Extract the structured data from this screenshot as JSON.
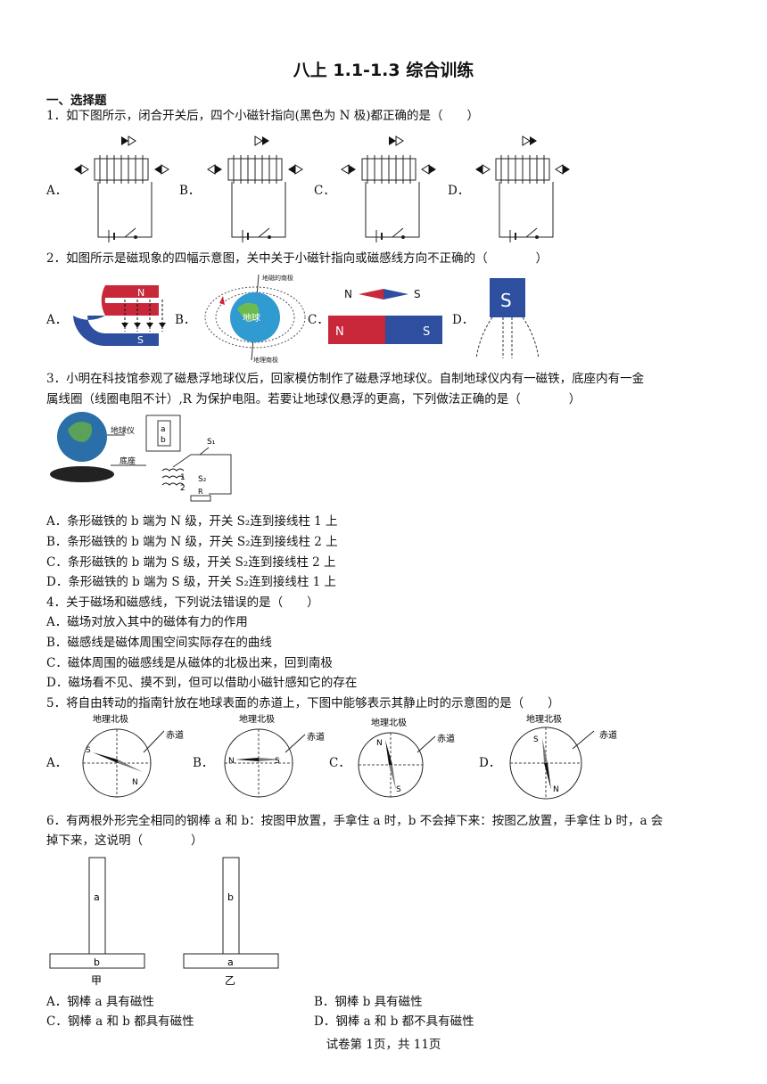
{
  "title": "八上 1.1-1.3 综合训练",
  "section": "一、选择题",
  "q1": {
    "stem": "1．如下图所示，闭合开关后，四个小磁针指向(黑色为 N 极)都正确的是（　　）",
    "labels": [
      "A．",
      "B．",
      "C．",
      "D．"
    ]
  },
  "q2": {
    "stem": "2．如图所示是磁现象的四幅示意图，关中关于小磁针指向或磁感线方向不正确的（　　　　）",
    "labels": [
      "A．",
      "B．",
      "C．",
      "D．"
    ],
    "figA": {
      "n": "N",
      "s": "S"
    },
    "figB": {
      "top": "地磁的南极",
      "earth": "地球",
      "bottom": "地理南极"
    },
    "figC": {
      "needle_n": "N",
      "needle_s": "S",
      "bar_n": "N",
      "bar_s": "S"
    },
    "figD": {
      "s": "S"
    }
  },
  "q3": {
    "stem1": "3．小明在科技馆参观了磁悬浮地球仪后，回家模仿制作了磁悬浮地球仪。自制地球仪内有一磁铁，底座内有一金",
    "stem2": "属线圈（线圈电阻不计）,R 为保护电阻。若要让地球仪悬浮的更高，下列做法正确的是（　　　　）",
    "fig": {
      "globe": "地球仪",
      "a": "a",
      "b": "b",
      "s1": "S₁",
      "base": "底座",
      "one": "1",
      "two": "2",
      "s2": "S₂",
      "r": "R"
    },
    "options": [
      "A．条形磁铁的 b 端为 N 级，开关 S₂连到接线柱 1 上",
      "B．条形磁铁的 b 端为 N 级，开关 S₂连到接线柱 2 上",
      "C．条形磁铁的 b 端为 S 级，开关 S₂连到接线柱 2 上",
      "D．条形磁铁的 b 端为 S 级，开关 S₂连到接线柱 1 上"
    ]
  },
  "q4": {
    "stem": "4．关于磁场和磁感线，下列说法错误的是（　　）",
    "options": [
      "A．磁场对放入其中的磁体有力的作用",
      "B．磁感线是磁体周围空间实际存在的曲线",
      "C．磁体周围的磁感线是从磁体的北极出来，回到南极",
      "D．磁场看不见、摸不到，但可以借助小磁针感知它的存在"
    ]
  },
  "q5": {
    "stem": "5．将自由转动的指南针放在地球表面的赤道上，下图中能够表示其静止时的示意图的是（　　）",
    "labels": [
      "A．",
      "B．",
      "C．",
      "D．"
    ],
    "north": "地理北极",
    "equator": "赤道",
    "n": "N",
    "s": "S"
  },
  "q6": {
    "stem1": "6．有两根外形完全相同的钢棒 a 和 b：按图甲放置，手拿住 a 时，b 不会掉下来：按图乙放置，手拿住 b 时，a 会",
    "stem2": "掉下来，这说明（　　　　）",
    "fig": {
      "jia_top": "a",
      "jia_bottom": "b",
      "jia": "甲",
      "yi_top": "b",
      "yi_bottom": "a",
      "yi": "乙"
    },
    "options": [
      "A．钢棒 a 具有磁性",
      "B．钢棒 b 具有磁性",
      "C．钢棒 a 和 b 都具有磁性",
      "D．钢棒 a 和 b 都不具有磁性"
    ]
  },
  "footer": "试卷第 1页，共 11页"
}
